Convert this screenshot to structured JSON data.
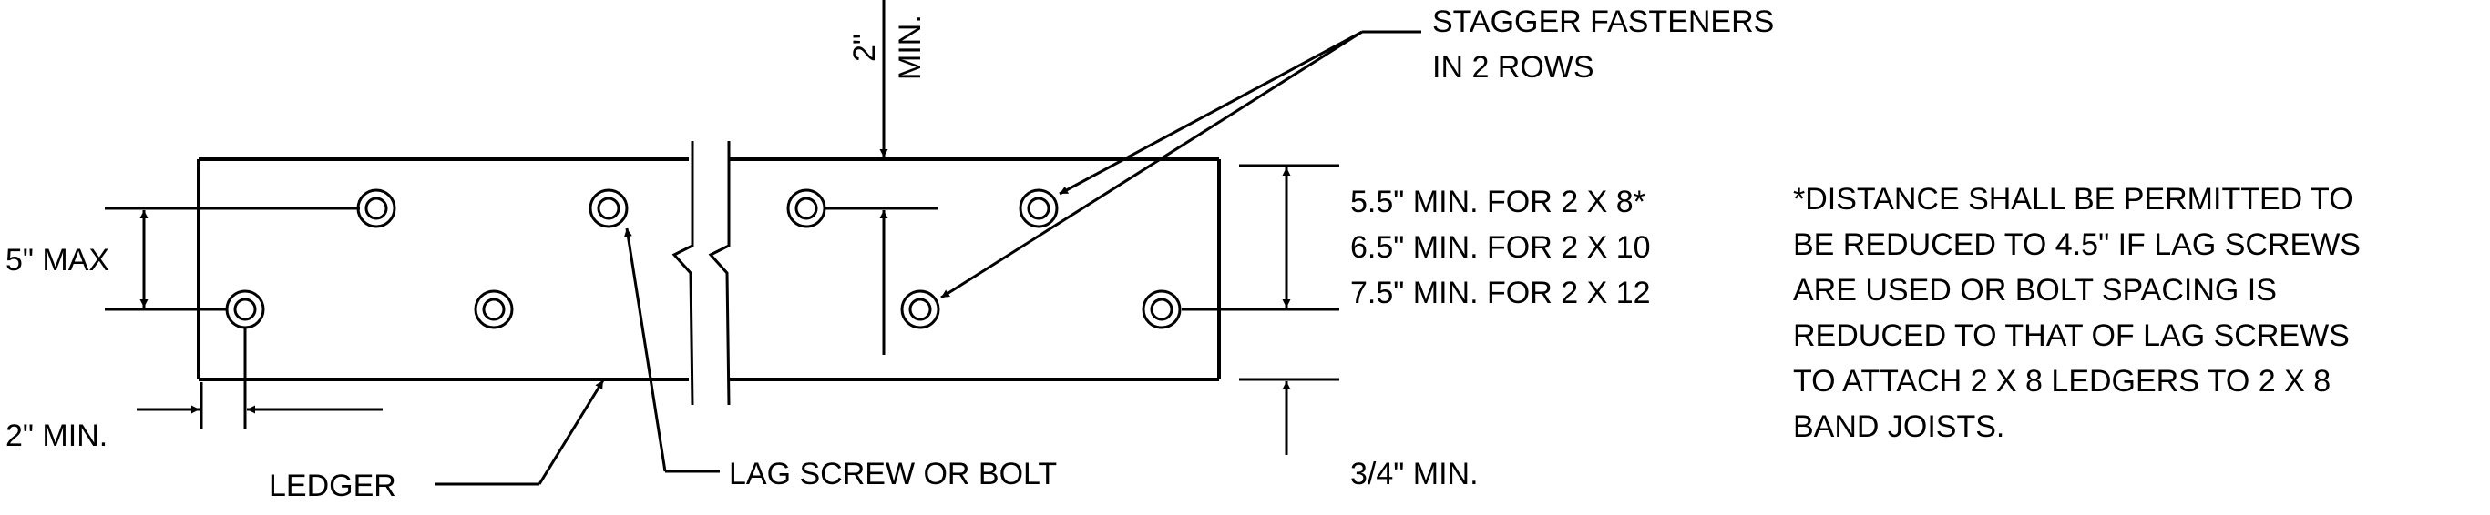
{
  "labels": {
    "stagger": [
      "STAGGER FASTENERS",
      "IN 2 ROWS"
    ],
    "min_2in_vertical": [
      "2\"",
      "MIN."
    ],
    "max_5in": "5\" MAX",
    "min_2in_left": "2\" MIN.",
    "ledger": "LEDGER",
    "lag_screw": "LAG SCREW OR BOLT",
    "joist_sizes": [
      "5.5\" MIN. FOR 2 X 8*",
      "6.5\" MIN. FOR 2 X 10",
      "7.5\" MIN. FOR 2 X 12"
    ],
    "min_3_4": "3/4\" MIN.",
    "note": [
      "*DISTANCE SHALL BE PERMITTED TO",
      "BE REDUCED TO 4.5\" IF LAG SCREWS",
      "ARE USED OR BOLT SPACING IS",
      "REDUCED TO THAT OF LAG SCREWS",
      "TO ATTACH 2 X 8 LEDGERS TO 2 X 8",
      "BAND JOISTS."
    ]
  }
}
